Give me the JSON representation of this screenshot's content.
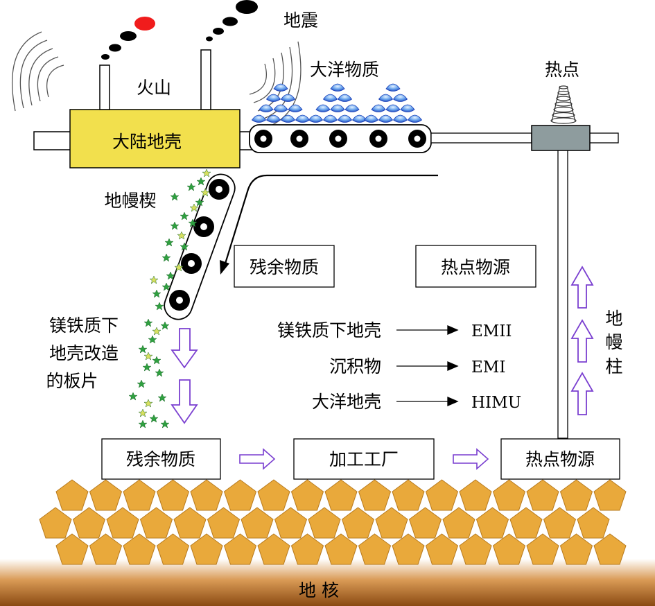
{
  "labels": {
    "earthquake": "地震",
    "volcano": "火山",
    "oceanic_material": "大洋物质",
    "hotspot": "热点",
    "continental_crust": "大陆地壳",
    "mantle_wedge": "地幔楔",
    "residual_upper": "残余物质",
    "hotspot_source_upper": "热点物源",
    "slab": [
      "镁铁质下",
      "地壳改造",
      "的板片"
    ],
    "mantle_plume": [
      "地",
      "幔",
      "柱"
    ],
    "core": "地 核"
  },
  "sources": [
    {
      "source": "镁铁质下地壳",
      "result": "EMII"
    },
    {
      "source": "沉积物",
      "result": "EMI"
    },
    {
      "source": "大洋地壳",
      "result": "HIMU"
    }
  ],
  "pipeline": [
    "残余物质",
    "加工工厂",
    "热点物源"
  ],
  "colors": {
    "continental_crust": "#f2e04d",
    "oceanic_blue": "#1f4fd6",
    "oceanic_light": "#8fc0f2",
    "hotspot_box": "#8e9c9e",
    "star_green": "#2fa040",
    "star_yellow": "#d8e060",
    "purple_arrow": "#7a3fd0",
    "pentagon": "#e9a93b",
    "core_brown": "#8a4a12",
    "eruption_red": "#f01c1c"
  }
}
